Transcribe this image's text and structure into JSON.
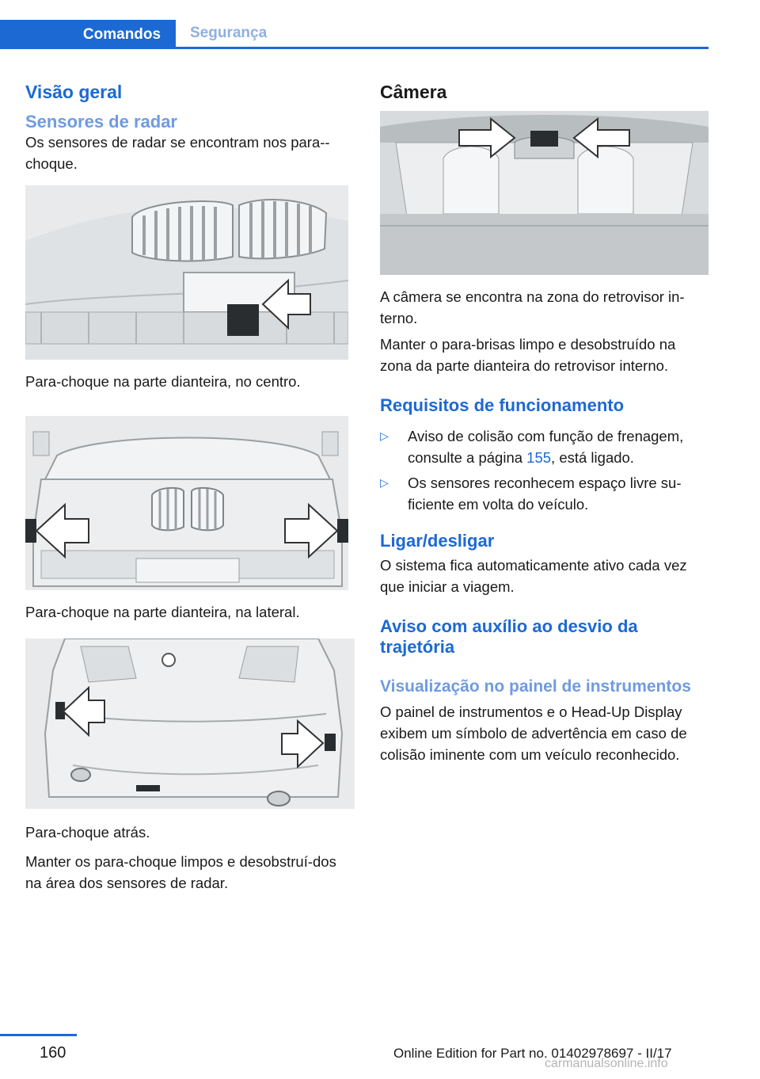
{
  "tabs": {
    "active": "Comandos",
    "inactive": "Segurança"
  },
  "left": {
    "heading1": "Visão geral",
    "heading2": "Sensores de radar",
    "intro": "Os sensores de radar se encontram nos para-‐choque.",
    "caption1": "Para-choque na parte dianteira, no centro.",
    "caption2": "Para-choque na parte dianteira, na lateral.",
    "caption3": "Para-choque atrás.",
    "para": "Manter os para-choque limpos e desobstruí‐dos na área dos sensores de radar."
  },
  "right": {
    "heading_camera": "Câmera",
    "camera_p1": "A câmera se encontra na zona do retrovisor in‐terno.",
    "camera_p2": "Manter o para-brisas limpo e desobstruído na zona da parte dianteira do retrovisor interno.",
    "heading_requisitos": "Requisitos de funcionamento",
    "bullet1_before": "Aviso de colisão com função de frenagem, consulte a página ",
    "bullet1_link": "155",
    "bullet1_after": ", está ligado.",
    "bullet2": "Os sensores reconhecem espaço livre su‐ficiente em volta do veículo.",
    "heading_ligar": "Ligar/desligar",
    "ligar_p": "O sistema fica automaticamente ativo cada vez que iniciar a viagem.",
    "heading_aviso": "Aviso com auxílio ao desvio da trajetória",
    "heading_visualizacao": "Visualização no painel de instrumentos",
    "visualizacao_p": "O painel de instrumentos e o Head-Up Display exibem um símbolo de advertência em caso de colisão iminente com um veículo reconhecido."
  },
  "footer": {
    "page_number": "160",
    "edition": "Online Edition for Part no. 01402978697 - II/17",
    "watermark": "carmanualsonline.info"
  }
}
